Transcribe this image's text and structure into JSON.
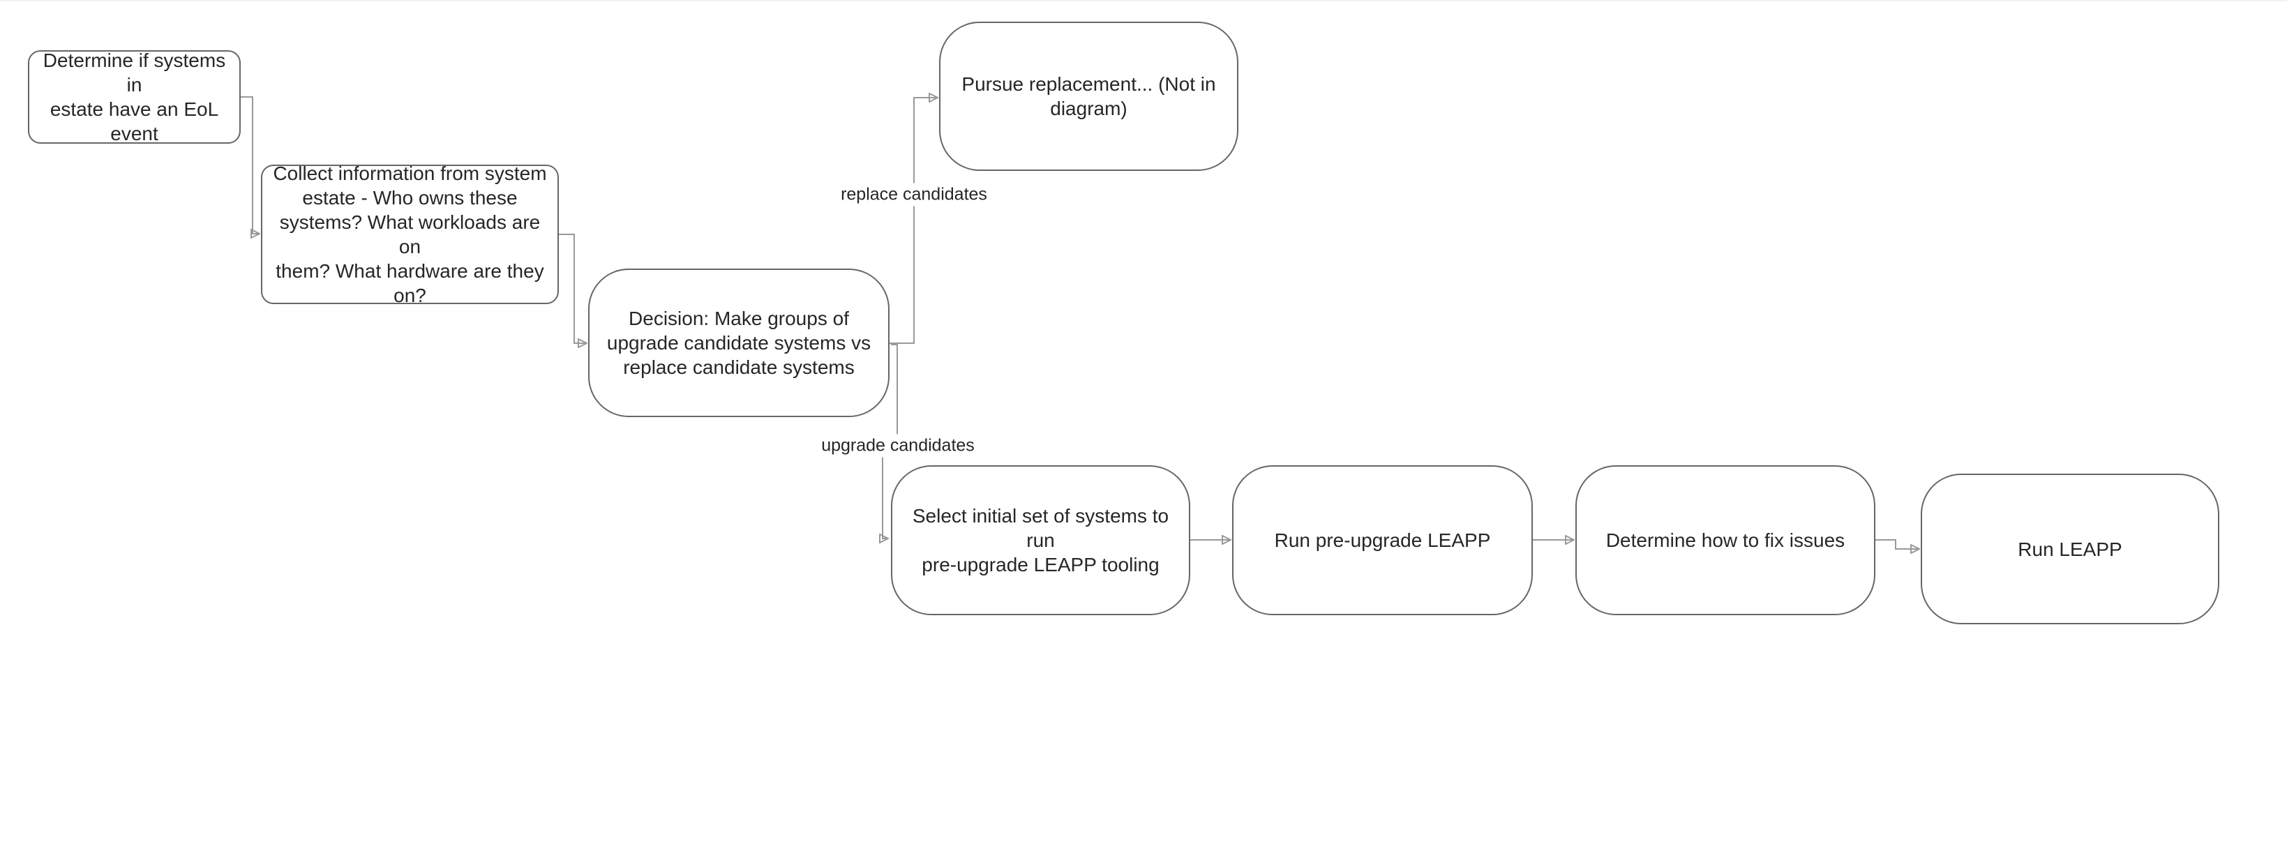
{
  "diagram": {
    "nodes": {
      "determine_eol": {
        "label": "Determine if systems in\nestate have an EoL\nevent"
      },
      "collect_info": {
        "label": "Collect information from system\nestate - Who owns these\nsystems? What workloads are on\nthem? What hardware are they\non?"
      },
      "decision_groups": {
        "label": "Decision: Make groups of\nupgrade candidate systems vs\nreplace candidate systems"
      },
      "pursue_replacement": {
        "label": "Pursue replacement... (Not in\ndiagram)"
      },
      "select_initial": {
        "label": "Select initial set of systems to run\npre-upgrade LEAPP tooling"
      },
      "run_preupgrade": {
        "label": "Run pre-upgrade LEAPP"
      },
      "determine_fix": {
        "label": "Determine how to fix issues"
      },
      "run_leapp": {
        "label": "Run LEAPP"
      }
    },
    "edge_labels": {
      "replace": "replace candidates",
      "upgrade": "upgrade candidates"
    },
    "colors": {
      "background": "#ffffff",
      "node_fill": "#ffffff",
      "node_border": "#666666",
      "edge_stroke": "#999999",
      "arrowhead": "#4d4d4d",
      "text": "#262626"
    }
  }
}
